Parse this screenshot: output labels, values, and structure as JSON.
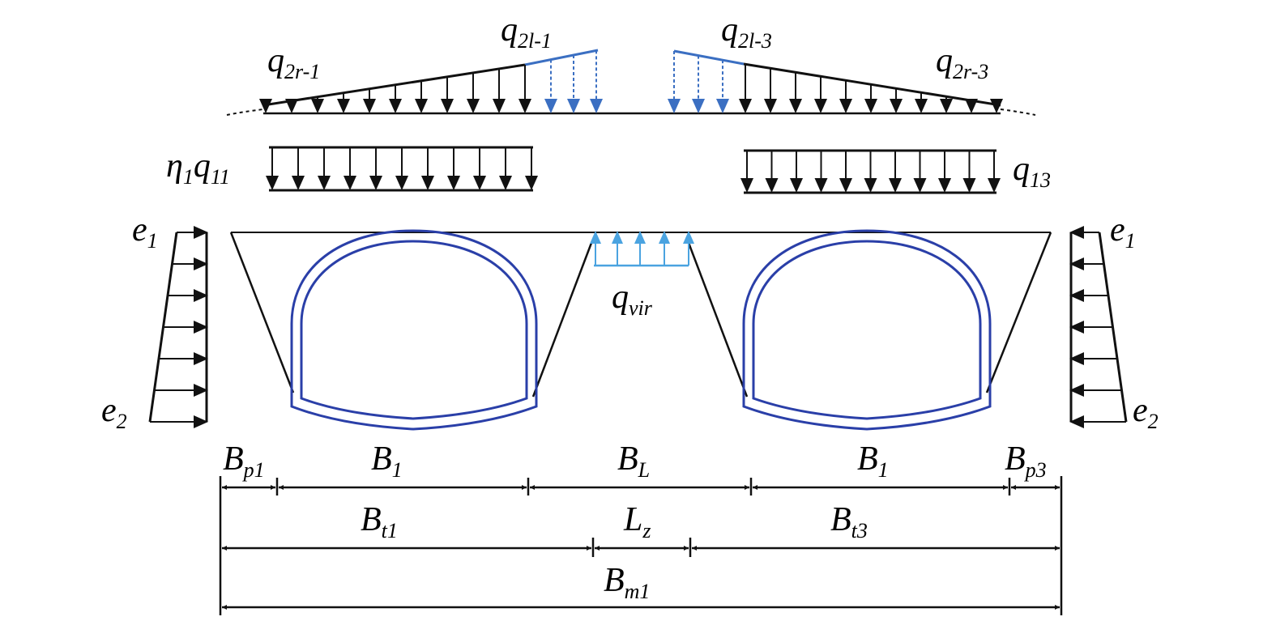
{
  "colors": {
    "ink": "#111111",
    "load_blue": "#3b6fc2",
    "uplift_blue": "#4aa3e0",
    "tunnel_blue": "#2a3fa8"
  },
  "labels": {
    "q2r1": {
      "base": "q",
      "sub": "2r-1"
    },
    "q2l1": {
      "base": "q",
      "sub": "2l-1"
    },
    "q2l3": {
      "base": "q",
      "sub": "2l-3"
    },
    "q2r3": {
      "base": "q",
      "sub": "2r-3"
    },
    "eta_q11": {
      "base": "η",
      "sub": "1",
      "base2": "q",
      "sub2": "11"
    },
    "q13": {
      "base": "q",
      "sub": "13"
    },
    "e1_left": {
      "base": "e",
      "sub": "1"
    },
    "e2_left": {
      "base": "e",
      "sub": "2"
    },
    "e1_right": {
      "base": "e",
      "sub": "1"
    },
    "e2_right": {
      "base": "e",
      "sub": "2"
    },
    "qvir": {
      "base": "q",
      "sub": "vir"
    },
    "Bp1": {
      "base": "B",
      "sub": "p1"
    },
    "B1_left": {
      "base": "B",
      "sub": "1"
    },
    "BL": {
      "base": "B",
      "sub": "L"
    },
    "B1_right": {
      "base": "B",
      "sub": "1"
    },
    "Bp3": {
      "base": "B",
      "sub": "p3"
    },
    "Bt1": {
      "base": "B",
      "sub": "t1"
    },
    "Lz": {
      "base": "L",
      "sub": "z"
    },
    "Bt3": {
      "base": "B",
      "sub": "t3"
    },
    "Bm1": {
      "base": "B",
      "sub": "m1"
    }
  }
}
